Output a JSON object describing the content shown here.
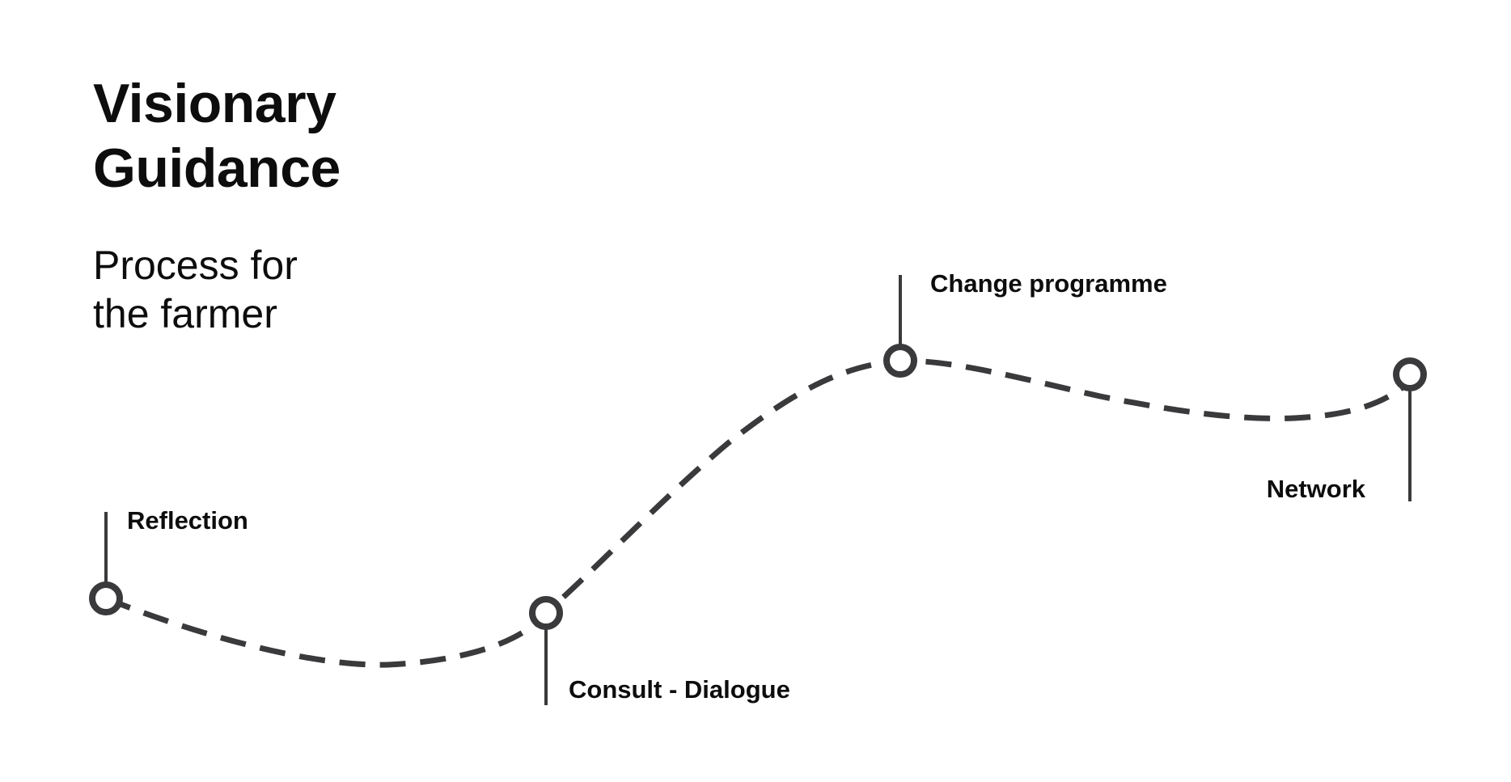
{
  "title": {
    "line1": "Visionary",
    "line2": "Guidance"
  },
  "subtitle": {
    "line1": "Process for",
    "line2": "the farmer"
  },
  "colors": {
    "path": "#3a3a3c",
    "text": "#0d0d0d",
    "background": "#ffffff"
  },
  "steps": [
    {
      "label": "Reflection"
    },
    {
      "label": "Consult - Dialogue"
    },
    {
      "label": "Change programme"
    },
    {
      "label": "Network"
    }
  ]
}
